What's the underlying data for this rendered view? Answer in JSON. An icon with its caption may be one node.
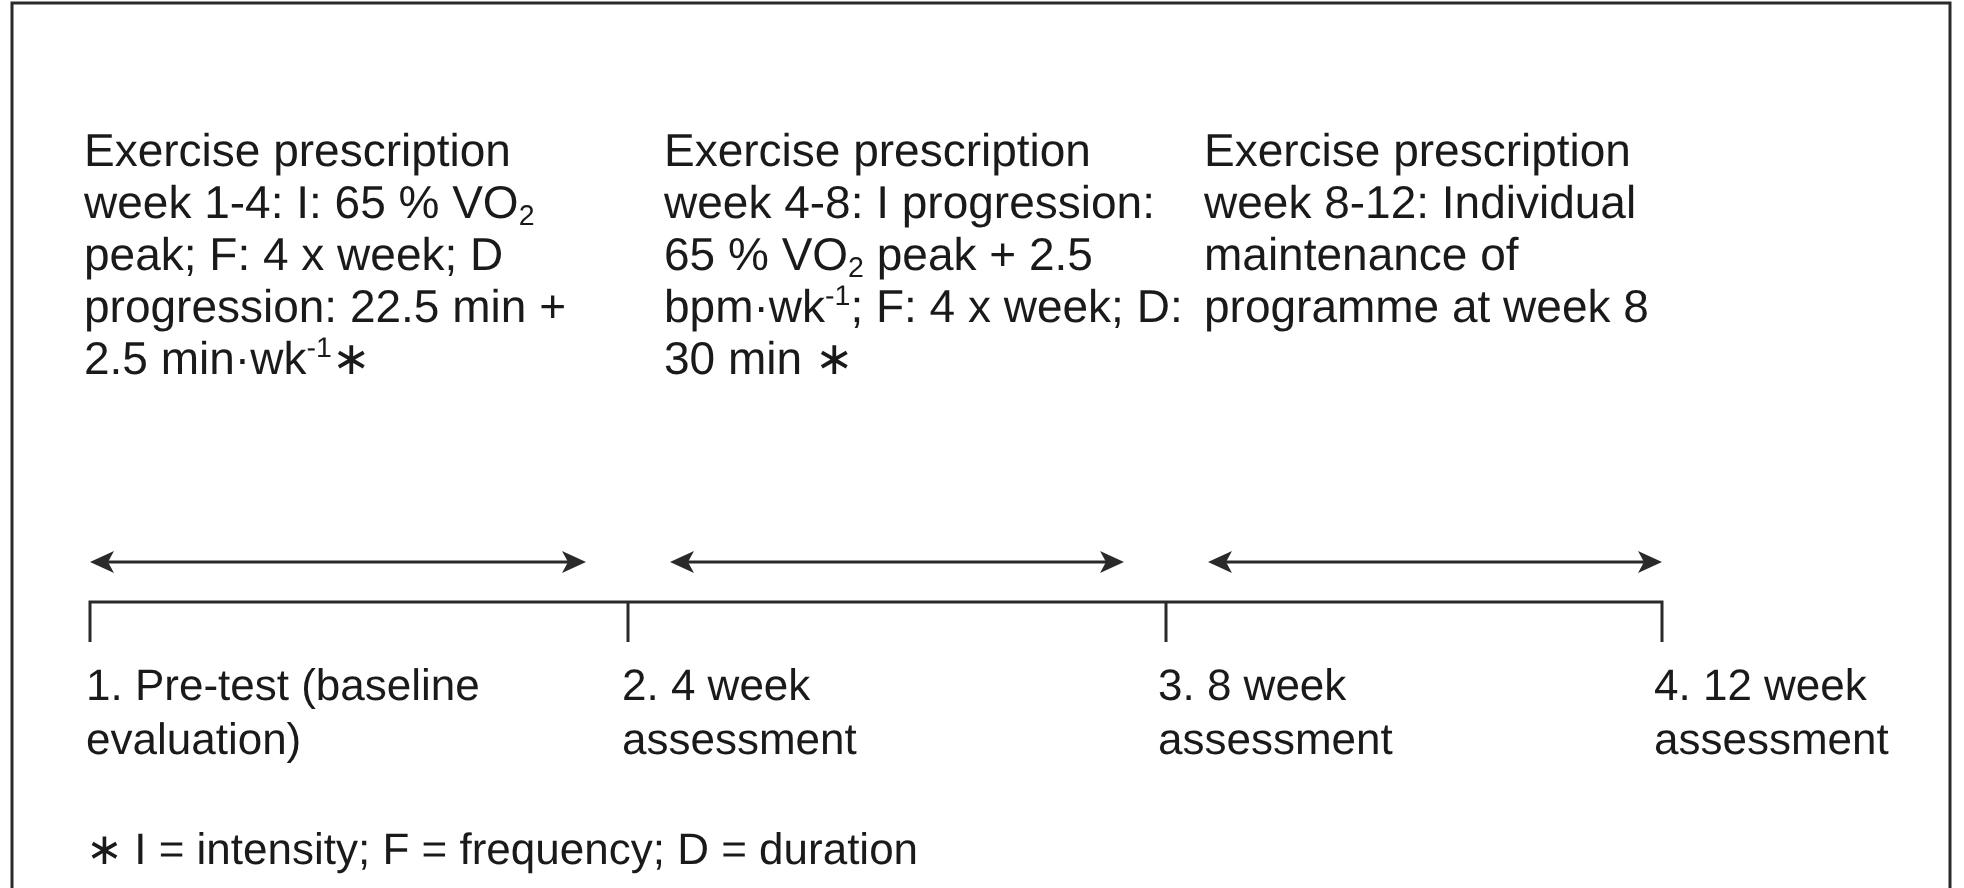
{
  "diagram": {
    "labels": [
      "Exercise prescription week 1-4: I: 65 % VO$_{2}$ peak; F: 4 x week; D progression: 22.5 min + 2.5 min·wk$^{-1}$∗",
      "Exercise prescription week 4-8: I progression: 65 % VO$_{2}$ peak + 2.5 bpm·wk$^{-1}$; F: 4 x week; D: 30 min ∗",
      "Exercise prescription week 8-12: Individual maintenance of programme at week 8",
      "1. Pre-test (baseline evaluation)",
      "2. 4 week assessment",
      "3. 8 week assessment",
      "4. 12 week assessment",
      "∗ I = intensity; F = frequency; D = duration"
    ]
  }
}
